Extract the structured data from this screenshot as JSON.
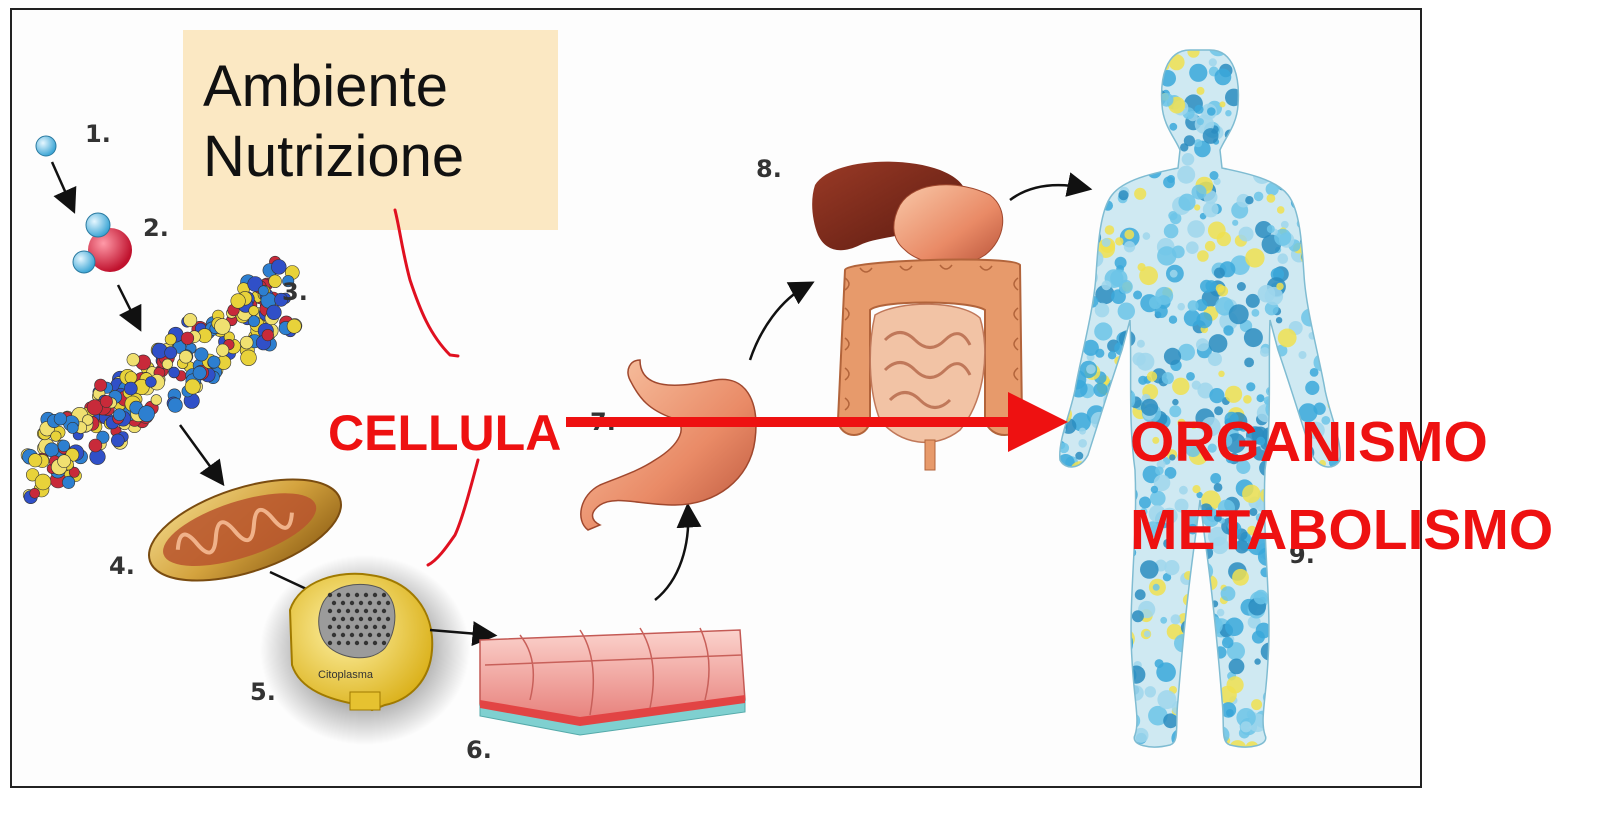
{
  "callout": {
    "line1": "Ambiente",
    "line2": "Nutrizione",
    "background": "#fbe8c3"
  },
  "labels": {
    "cellula": "CELLULA",
    "organismo": "ORGANISMO",
    "metabolismo": "METABOLISMO",
    "color": "#ee1111"
  },
  "stages": [
    {
      "number": "1.",
      "subject": "atom-icon"
    },
    {
      "number": "2.",
      "subject": "molecule-icon"
    },
    {
      "number": "3.",
      "subject": "macromolecule-icon"
    },
    {
      "number": "4.",
      "subject": "mitochondrion-icon"
    },
    {
      "number": "5.",
      "subject": "cell-icon",
      "inner_label": "Citoplasma"
    },
    {
      "number": "6.",
      "subject": "tissue-icon"
    },
    {
      "number": "7.",
      "subject": "stomach-organ-icon"
    },
    {
      "number": "8.",
      "subject": "digestive-system-icon"
    },
    {
      "number": "9.",
      "subject": "human-body-icon"
    }
  ]
}
